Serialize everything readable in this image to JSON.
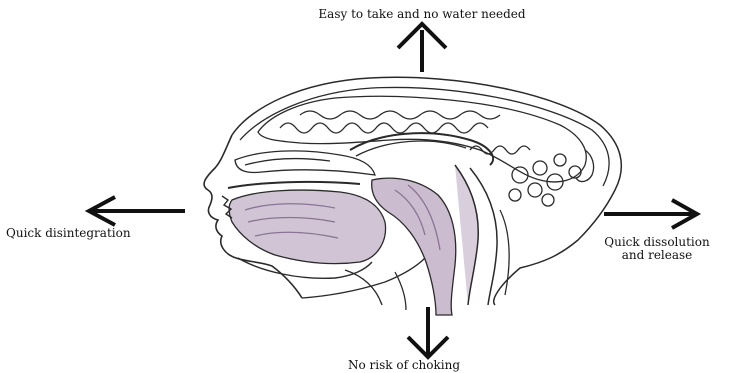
{
  "labels": {
    "top": "Easy to take and no water needed",
    "left": "Quick disintegration",
    "right_line1": "Quick dissolution",
    "right_line2": "and release",
    "bottom": "No risk of choking"
  },
  "colors": {
    "arrow": "#111111",
    "sketch_line": "#2a2a2a",
    "tissue_shade": "#b9a6bf",
    "tissue_dark": "#8a7393"
  },
  "illustration": {
    "subject": "head-sagittal-section-sketch"
  }
}
